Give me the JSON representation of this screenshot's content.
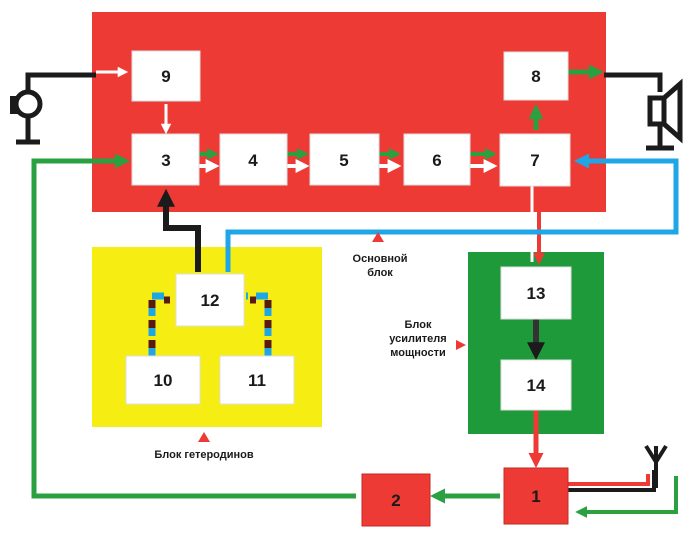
{
  "colors": {
    "main_block": "#ee3a35",
    "heterodyne_block": "#f6ee12",
    "amplifier_block": "#1f9a3a",
    "signal_red": "#ee3a35",
    "signal_green": "#2aa040",
    "signal_blue": "#1fa6e6",
    "signal_black": "#1b1b1b"
  },
  "blocks": {
    "b1": "1",
    "b2": "2",
    "b3": "3",
    "b4": "4",
    "b5": "5",
    "b6": "6",
    "b7": "7",
    "b8": "8",
    "b9": "9",
    "b10": "10",
    "b11": "11",
    "b12": "12",
    "b13": "13",
    "b14": "14"
  },
  "captions": {
    "main": [
      "Основной",
      "блок"
    ],
    "heterodyne": [
      "Блок гетеродинов"
    ],
    "amplifier": [
      "Блок",
      "усилителя",
      "мощности"
    ]
  },
  "icons": [
    "microphone-icon",
    "speaker-icon",
    "antenna-icon"
  ]
}
